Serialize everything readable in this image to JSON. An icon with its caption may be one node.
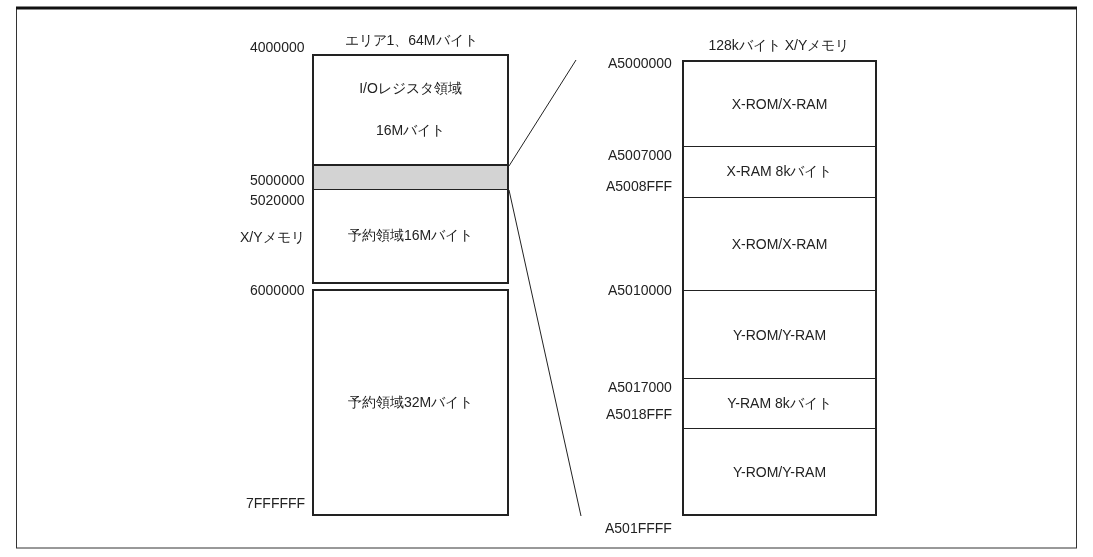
{
  "diagram": {
    "nodes": [
      {
        "text": [
          "I/Oレジスタ領域",
          "16Mバイト"
        ]
      },
      {
        "text": [],
        "shape": "bar"
      },
      {
        "text": [
          "予約領域16Mバイト"
        ]
      },
      {
        "text": [
          "予約領域32Mバイト"
        ]
      },
      {
        "text": [
          "X-ROM/X-RAM"
        ]
      },
      {
        "text": [
          "X-RAM 8kバイト"
        ]
      },
      {
        "text": [
          "X-ROM/X-RAM"
        ]
      },
      {
        "text": [
          "Y-ROM/Y-RAM"
        ]
      },
      {
        "text": [
          "Y-RAM 8kバイト"
        ]
      },
      {
        "text": [
          "Y-ROM/Y-RAM"
        ]
      }
    ],
    "edges": [
      {
        "from": 1,
        "to": null,
        "arrow": "none"
      },
      {
        "from": 1,
        "to": null,
        "arrow": "none"
      }
    ],
    "labels": [
      "エリア1、64Mバイト",
      "128kバイト X/Yメモリ",
      "4000000",
      "A5000000",
      "A5007000",
      "5000000",
      "A5008FFF",
      "5020000",
      "X/Yメモリ",
      "6000000",
      "A5010000",
      "A5017000",
      "A5018FFF",
      "7FFFFFF",
      "A501FFFF"
    ]
  }
}
